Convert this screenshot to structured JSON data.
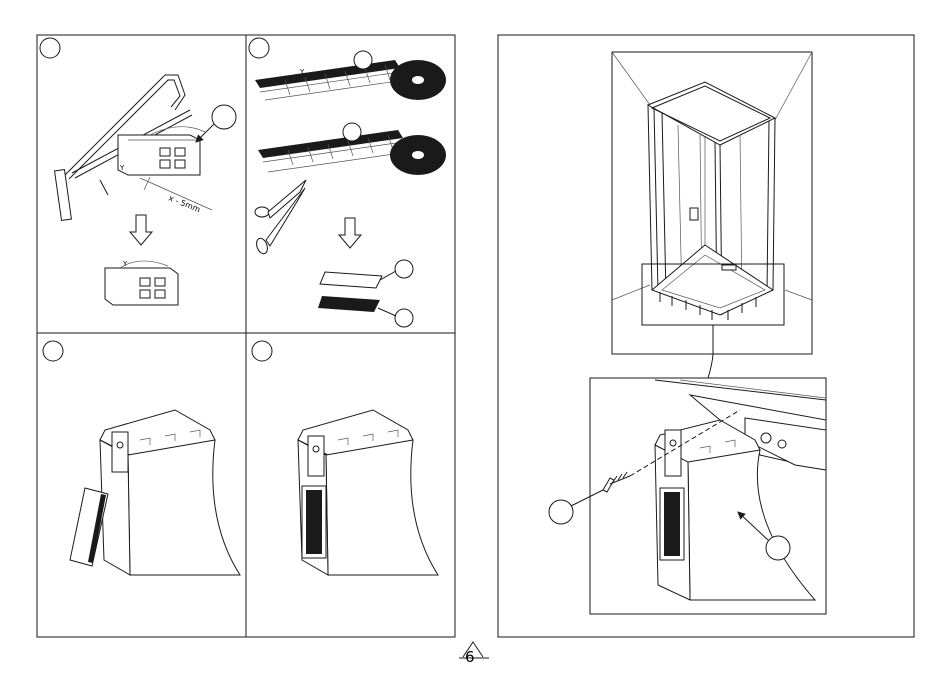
{
  "page": {
    "number": "6"
  },
  "left_sheet": {
    "panel_cut": {
      "dimension": "x - 5mm",
      "marker_y_top": "Y",
      "marker_y_bottom": "Y"
    },
    "panel_tape": {
      "tick_label": "Y"
    }
  },
  "colors": {
    "line": "#1a1a1a",
    "background": "#ffffff",
    "tape": "#1a1a1a"
  }
}
